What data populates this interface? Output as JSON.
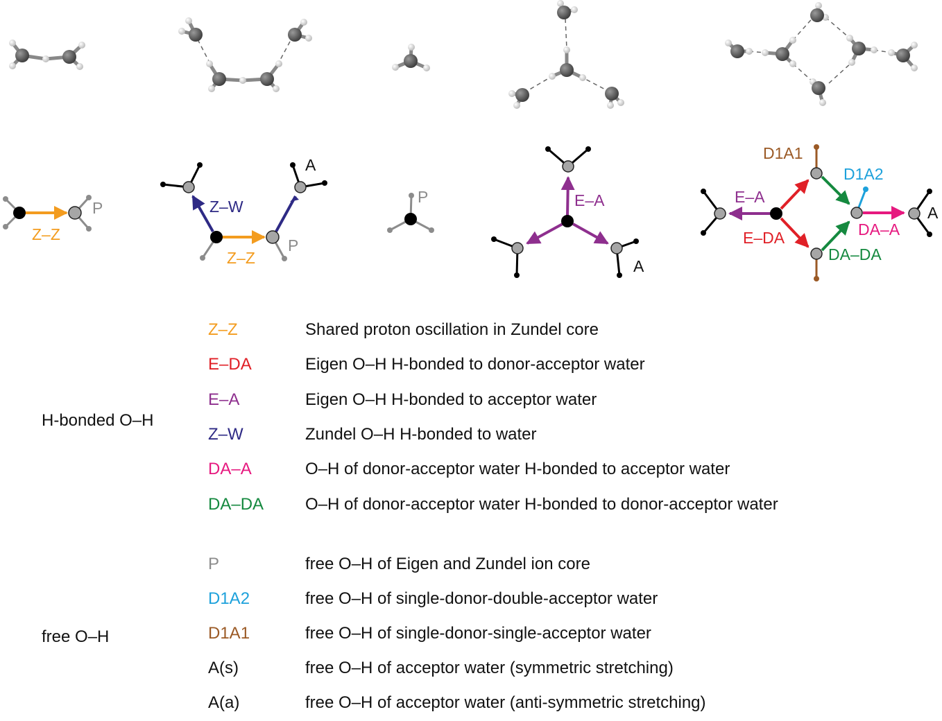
{
  "colors": {
    "zz": "#f39c1f",
    "zw": "#2e2a85",
    "ea": "#8e2f8e",
    "eda": "#e02027",
    "daa": "#e6197f",
    "dada": "#15893f",
    "p": "#8c8c8c",
    "d1a2": "#1da1db",
    "d1a1": "#9b5a26",
    "a": "#111111",
    "atom_o": "#555555",
    "atom_h": "#e8e8e8",
    "core_o": "#000000",
    "water_o": "#a6a6a6"
  },
  "schematic_labels": {
    "zz_1": "Z–Z",
    "p_1": "P",
    "zw": "Z–W",
    "zz_2": "Z–Z",
    "p_2": "P",
    "a_2": "A",
    "p_3": "P",
    "ea_4": "E–A",
    "a_4": "A",
    "d1a1": "D1A1",
    "d1a2": "D1A2",
    "ea_5": "E–A",
    "eda": "E–DA",
    "daa": "DA–A",
    "dada": "DA–DA",
    "a_5": "A"
  },
  "legend": {
    "hbonded_label": "H-bonded O–H",
    "free_label": "free O–H",
    "hbonded_rows": [
      {
        "code": "Z–Z",
        "color": "#f39c1f",
        "desc": "Shared proton oscillation in Zundel core"
      },
      {
        "code": "E–DA",
        "color": "#e02027",
        "desc": "Eigen O–H H-bonded to donor-acceptor water"
      },
      {
        "code": "E–A",
        "color": "#8e2f8e",
        "desc": "Eigen O–H H-bonded to acceptor water"
      },
      {
        "code": "Z–W",
        "color": "#2e2a85",
        "desc": "Zundel O–H H-bonded to water"
      },
      {
        "code": "DA–A",
        "color": "#e6197f",
        "desc": "O–H of donor-acceptor water H-bonded to acceptor water"
      },
      {
        "code": "DA–DA",
        "color": "#15893f",
        "desc": "O–H of donor-acceptor water H-bonded to donor-acceptor water"
      }
    ],
    "free_rows": [
      {
        "code": "P",
        "color": "#8c8c8c",
        "desc": "free O–H of Eigen and Zundel ion core"
      },
      {
        "code": "D1A2",
        "color": "#1da1db",
        "desc": "free O–H of single-donor-double-acceptor water"
      },
      {
        "code": "D1A1",
        "color": "#9b5a26",
        "desc": "free O–H of single-donor-single-acceptor water"
      },
      {
        "code": "A(s)",
        "color": "#111111",
        "desc": "free O–H of acceptor water (symmetric stretching)"
      },
      {
        "code": "A(a)",
        "color": "#111111",
        "desc": "free O–H of acceptor water (anti-symmetric stretching)"
      }
    ]
  }
}
